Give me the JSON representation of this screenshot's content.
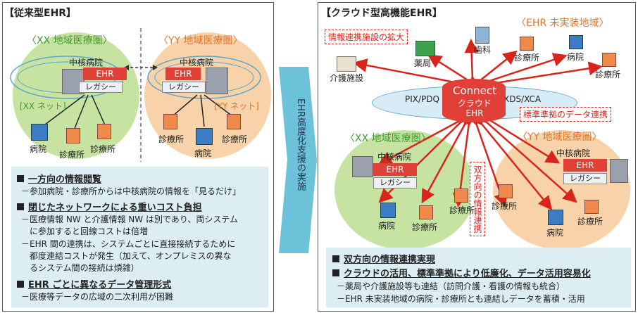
{
  "left": {
    "title": "【従来型EHR】",
    "xx_region": "〈XX 地域医療圏〉",
    "yy_region": "〈YY 地域医療圏〉",
    "xx_hub": "中核病院",
    "yy_hub": "中核病院",
    "ehr": "EHR",
    "legacy": "レガシー",
    "xx_net": "[XX ネット]",
    "yy_net": "[YY ネット]",
    "hospital": "病院",
    "clinic": "診療所",
    "points": [
      {
        "heading": "一方向の情報閲覧",
        "lines": [
          "－参加病院・診療所からは中核病院の情報を「見るだけ」"
        ]
      },
      {
        "heading": "閉じたネットワークによる重いコスト負担",
        "lines": [
          "－医療情報 NW と介護情報 NW は別であり、両システム",
          "　に参加すると回線コストは倍増",
          "－EHR 間の連携は、システムごとに直接接続するために",
          "　都度連結コストが発生（加えて、オンプレミスの異な",
          "　るシステム間の接続は煩雑）"
        ]
      },
      {
        "heading": "EHR ごとに異なるデータ管理形式",
        "lines": [
          "－医療等データの広域の二次利用が困難"
        ]
      }
    ]
  },
  "arrow": {
    "label": "EHR高度化支援の実施"
  },
  "right": {
    "title": "【クラウド型高機能EHR】",
    "unimpl_region": "〈EHR 未実装地域〉",
    "expand_tag": "情報連携施設の拡大",
    "std_tag": "標準準拠のデータ連携",
    "bidir_tag": "双方向の情報連携",
    "care": "介護施設",
    "pharmacy": "薬局",
    "dental": "歯科",
    "clinic": "診療所",
    "hospital": "病院",
    "connect": "Connect",
    "cloud_ehr": "クラウド\nEHR",
    "pix": "PIX/PDQ",
    "xds": "XDS/XCA",
    "xx_region": "〈XX 地域医療圏〉",
    "yy_region": "〈YY 地域医療圏〉",
    "hub": "中核病院",
    "ehr": "EHR",
    "legacy": "レガシー",
    "points": [
      {
        "heading": "双方向の情報連携実現",
        "lines": []
      },
      {
        "heading": "クラウドの活用、標準準拠により低廉化、データ活用容易化",
        "lines": [
          "－薬局や介護施設等も連結（訪問介護・看護の情報も統合）",
          "－EHR 未実装地域の病院・診療所とも連結しデータを蓄積・活用"
        ]
      }
    ]
  },
  "colors": {
    "green": "#c7e3a2",
    "orange": "#f8d3aa",
    "red": "#d9231b",
    "info": "#dceef4",
    "arrow": "#6cc3d9"
  }
}
